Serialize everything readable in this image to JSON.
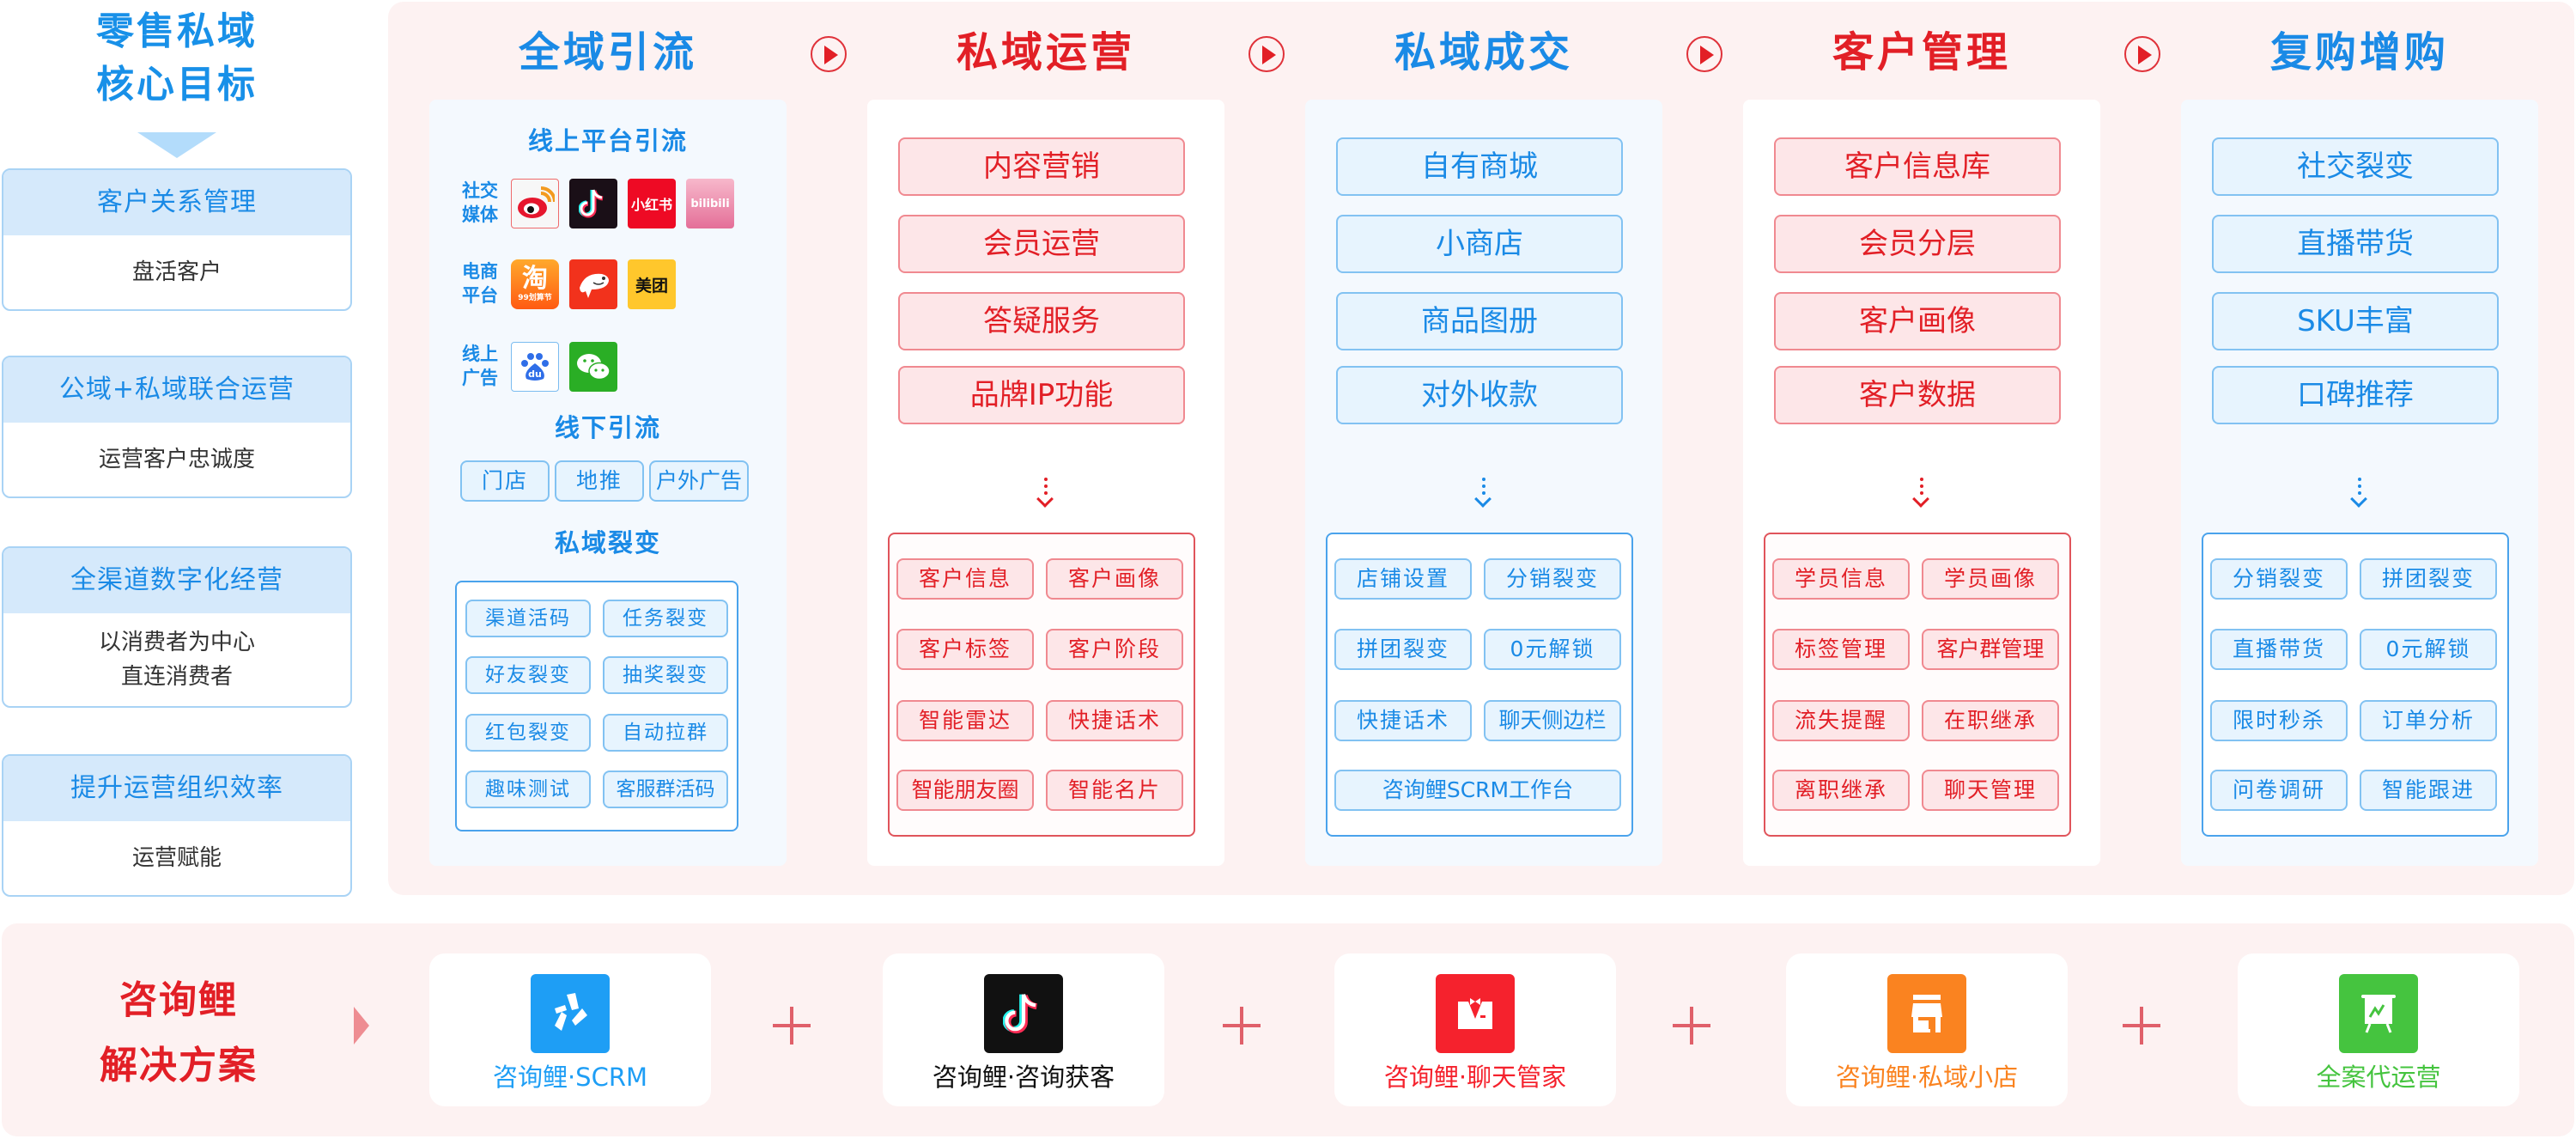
{
  "goals": {
    "title_line1": "零售私域",
    "title_line2": "核心目标",
    "cards": [
      {
        "heading": "客户关系管理",
        "lines": [
          "盘活客户"
        ]
      },
      {
        "heading": "公域+私域联合运营",
        "lines": [
          "运营客户忠诚度"
        ]
      },
      {
        "heading": "全渠道数字化经营",
        "lines": [
          "以消费者为中心",
          "直连消费者"
        ]
      },
      {
        "heading": "提升运营组织效率",
        "lines": [
          "运营赋能"
        ]
      }
    ]
  },
  "colors": {
    "blue": "#1a8ae6",
    "red": "#e21f26",
    "panel_pink": "#fdf2f2",
    "light_blue": "#e7f4fe",
    "light_red": "#fde6e8"
  },
  "stages": [
    {
      "title": "全域引流",
      "theme": "blue",
      "online_title": "线上平台引流",
      "online_rows": [
        {
          "label": "社交媒体",
          "label_line1": "社交",
          "label_line2": "媒体",
          "apps": [
            "weibo-icon",
            "douyin-icon",
            "xiaohongshu-icon",
            "bilibili-icon"
          ]
        },
        {
          "label": "电商平台",
          "label_line1": "电商",
          "label_line2": "平台",
          "apps": [
            "taobao-icon",
            "jd-icon",
            "meituan-icon"
          ]
        },
        {
          "label": "线上广告",
          "label_line1": "线上",
          "label_line2": "广告",
          "apps": [
            "baidu-icon",
            "wechat-icon"
          ]
        }
      ],
      "app_texts": {
        "xiaohongshu": "小红书",
        "bilibili": "bilibili",
        "taobao": "淘",
        "taobao_sub": "99划算节",
        "meituan": "美团",
        "baidu": "du"
      },
      "offline_title": "线下引流",
      "offline_items": [
        "门店",
        "地推",
        "户外广告"
      ],
      "fission_title": "私域裂变",
      "fission_items": [
        "渠道活码",
        "任务裂变",
        "好友裂变",
        "抽奖裂变",
        "红包裂变",
        "自动拉群",
        "趣味测试",
        "客服群活码"
      ]
    },
    {
      "title": "私域运营",
      "theme": "red",
      "pills": [
        "内容营销",
        "会员运营",
        "答疑服务",
        "品牌IP功能"
      ],
      "features": [
        "客户信息",
        "客户画像",
        "客户标签",
        "客户阶段",
        "智能雷达",
        "快捷话术",
        "智能朋友圈",
        "智能名片"
      ]
    },
    {
      "title": "私域成交",
      "theme": "blue",
      "pills": [
        "自有商城",
        "小商店",
        "商品图册",
        "对外收款"
      ],
      "features": [
        "店铺设置",
        "分销裂变",
        "拼团裂变",
        "0元解锁",
        "快捷话术",
        "聊天侧边栏"
      ],
      "feature_wide": "咨询鲤SCRM工作台"
    },
    {
      "title": "客户管理",
      "theme": "red",
      "pills": [
        "客户信息库",
        "会员分层",
        "客户画像",
        "客户数据"
      ],
      "features": [
        "学员信息",
        "学员画像",
        "标签管理",
        "客户群管理",
        "流失提醒",
        "在职继承",
        "离职继承",
        "聊天管理"
      ]
    },
    {
      "title": "复购增购",
      "theme": "blue",
      "pills": [
        "社交裂变",
        "直播带货",
        "SKU丰富",
        "口碑推荐"
      ],
      "features": [
        "分销裂变",
        "拼团裂变",
        "直播带货",
        "0元解锁",
        "限时秒杀",
        "订单分析",
        "问卷调研",
        "智能跟进"
      ]
    }
  ],
  "solutions": {
    "title_line1": "咨询鲤",
    "title_line2": "解决方案",
    "products": [
      {
        "label": "咨询鲤·SCRM",
        "icon": "scrm-logo-icon",
        "color": "#1e9ef5"
      },
      {
        "label": "咨询鲤·咨询获客",
        "icon": "douyin-icon",
        "color": "#111111"
      },
      {
        "label": "咨询鲤·聊天管家",
        "icon": "butler-icon",
        "color": "#f5222d"
      },
      {
        "label": "咨询鲤·私域小店",
        "icon": "shop-icon",
        "color": "#fa8320"
      },
      {
        "label": "全案代运营",
        "icon": "presentation-chart-icon",
        "color": "#45c43f"
      }
    ],
    "plus_symbol": "+"
  }
}
